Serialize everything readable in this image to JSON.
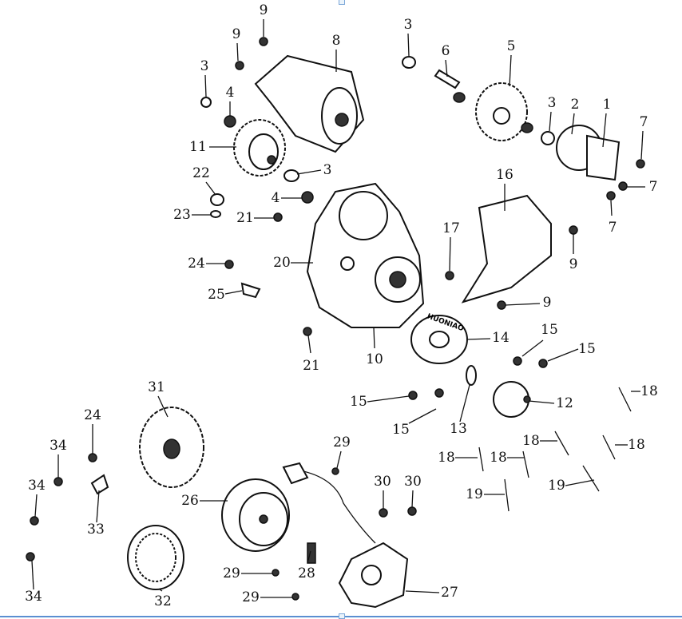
{
  "diagram": {
    "title": "Engine left crankcase cover / starter / magneto exploded view",
    "cover_logo_text": "HUONIAO",
    "callouts": [
      "9",
      "9",
      "8",
      "3",
      "4",
      "11",
      "22",
      "23",
      "3",
      "4",
      "21",
      "3",
      "6",
      "5",
      "3",
      "2",
      "1",
      "7",
      "7",
      "7",
      "16",
      "17",
      "9",
      "9",
      "20",
      "24",
      "25",
      "21",
      "10",
      "14",
      "15",
      "15",
      "15",
      "15",
      "13",
      "12",
      "18",
      "18",
      "18",
      "18",
      "18",
      "19",
      "19",
      "31",
      "24",
      "34",
      "34",
      "33",
      "26",
      "29",
      "30",
      "30",
      "28",
      "29",
      "29",
      "27",
      "32",
      "34"
    ]
  }
}
